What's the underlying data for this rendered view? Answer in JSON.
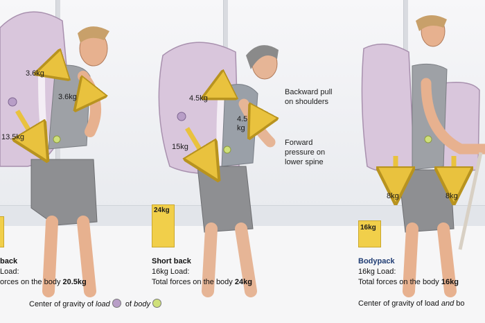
{
  "labels": {
    "left_upper": "3.6kg",
    "left_mid": "3.6kg",
    "left_low": "13.5kg",
    "mid_upper": "4.5kg",
    "mid_arm_a": "4.5",
    "mid_arm_b": "kg",
    "mid_low": "15kg",
    "right_left": "8kg",
    "right_right": "8kg"
  },
  "annotations": {
    "backward_line1": "Backward pull",
    "backward_line2": "on shoulders",
    "forward_line1": "Forward",
    "forward_line2": "pressure on",
    "forward_line3": "lower spine"
  },
  "bars": {
    "middle": "24kg",
    "right": "16kg"
  },
  "captions": {
    "left": {
      "title": "back",
      "line1": "Load:",
      "line2_prefix": "orces on the body ",
      "line2_value": "20.5kg"
    },
    "middle": {
      "title": "Short back",
      "line1": "16kg Load:",
      "line2_prefix": "Total forces on the body ",
      "line2_value": "24kg"
    },
    "right": {
      "title": "Bodypack",
      "line1": "16kg Load:",
      "line2_prefix": "Total forces on the body ",
      "line2_value": "16kg"
    }
  },
  "legend_left": {
    "prefix": "Center of gravity of ",
    "load": "load",
    "middle": " of ",
    "body": "body"
  },
  "legend_right": {
    "prefix": "Center of gravity of load ",
    "and": "and",
    "body": " bo"
  },
  "colors": {
    "pack": "#d9c6dc",
    "arrow": "#e9c23e",
    "load_cog": "#b89ec7",
    "body_cog": "#cfe07a",
    "title_blue": "#1f3c73"
  }
}
